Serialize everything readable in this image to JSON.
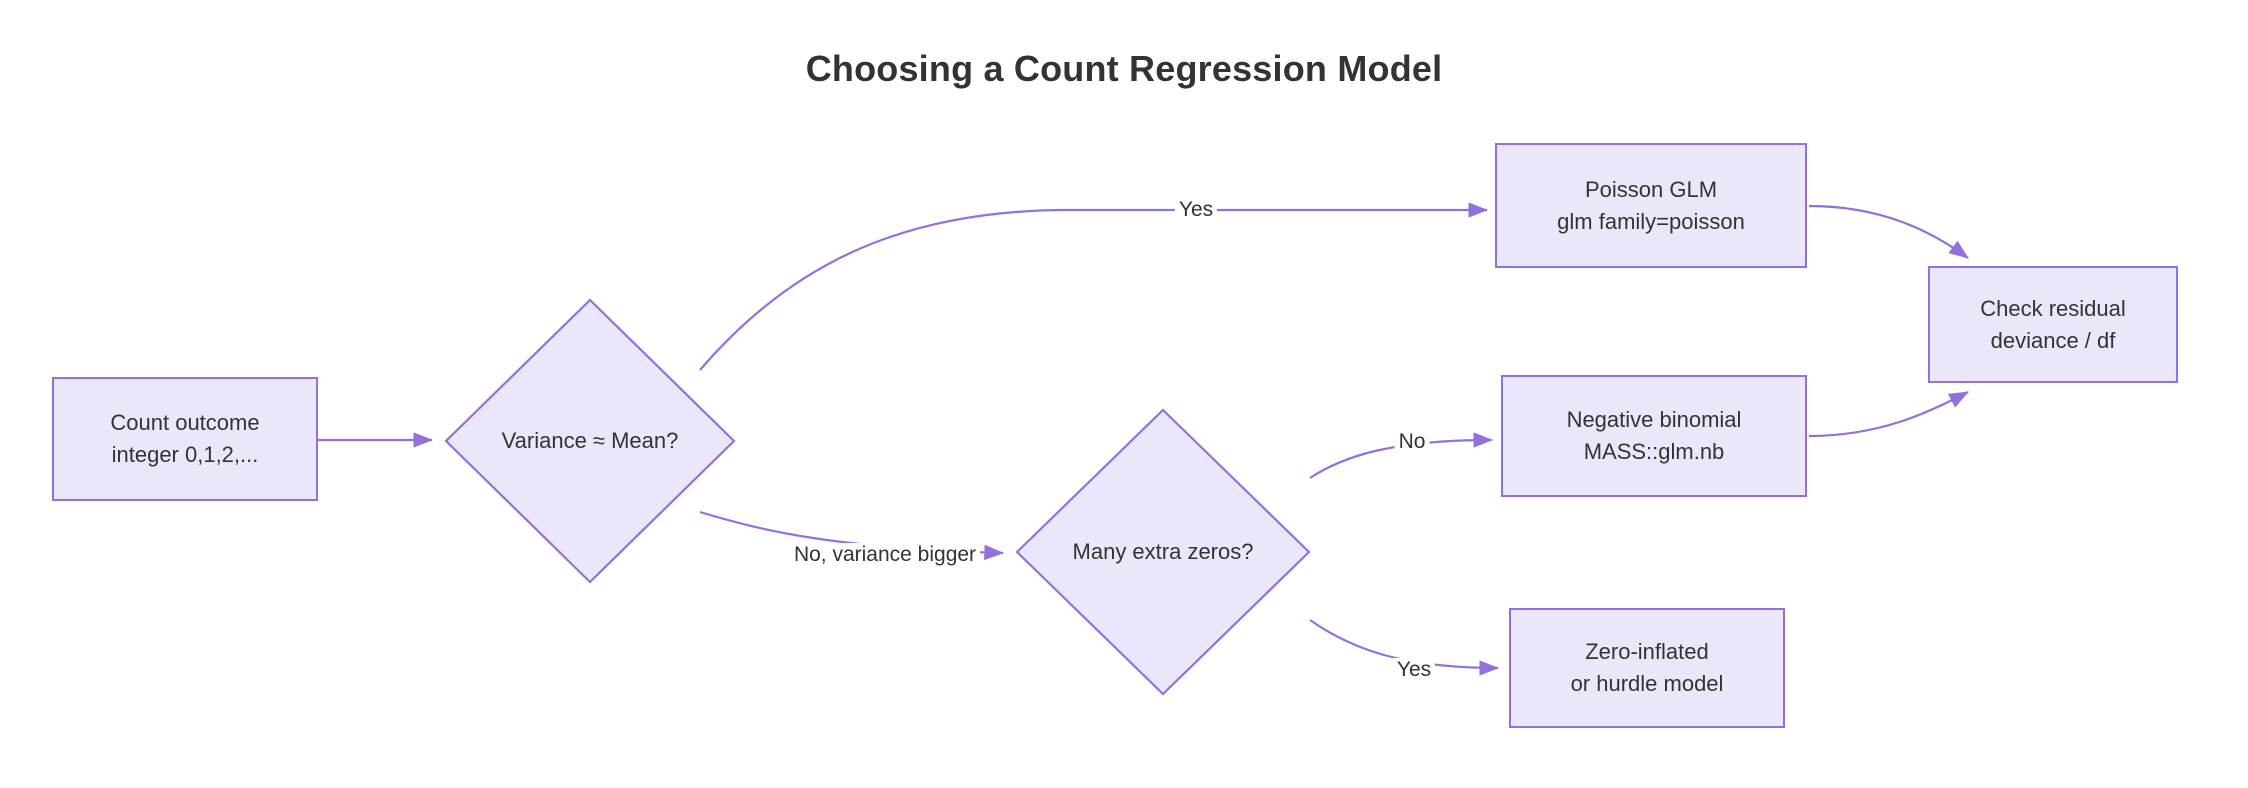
{
  "diagram": {
    "title": "Choosing a Count Regression Model",
    "colors": {
      "node_fill": "#eae7fb",
      "node_border": "#9370db",
      "edge_stroke": "#9370db",
      "text": "#333333",
      "background": "#ffffff"
    },
    "nodes": [
      {
        "id": "start",
        "shape": "rect",
        "lines": [
          "Count outcome",
          "integer 0,1,2,..."
        ]
      },
      {
        "id": "variance-check",
        "shape": "diamond",
        "lines": [
          "Variance ≈ Mean?"
        ]
      },
      {
        "id": "poisson",
        "shape": "rect",
        "lines": [
          "Poisson GLM",
          "glm family=poisson"
        ]
      },
      {
        "id": "zeros-check",
        "shape": "diamond",
        "lines": [
          "Many extra zeros?"
        ]
      },
      {
        "id": "negbin",
        "shape": "rect",
        "lines": [
          "Negative binomial",
          "MASS::glm.nb"
        ]
      },
      {
        "id": "zeroinflated",
        "shape": "rect",
        "lines": [
          "Zero-inflated",
          "or hurdle model"
        ]
      },
      {
        "id": "residual",
        "shape": "rect",
        "lines": [
          "Check residual",
          "deviance / df"
        ]
      }
    ],
    "edges": [
      {
        "id": "e1",
        "from": "start",
        "to": "variance-check",
        "label": ""
      },
      {
        "id": "e2",
        "from": "variance-check",
        "to": "poisson",
        "label": "Yes"
      },
      {
        "id": "e3",
        "from": "variance-check",
        "to": "zeros-check",
        "label": "No, variance bigger"
      },
      {
        "id": "e4",
        "from": "zeros-check",
        "to": "negbin",
        "label": "No"
      },
      {
        "id": "e5",
        "from": "zeros-check",
        "to": "zeroinflated",
        "label": "Yes"
      },
      {
        "id": "e6",
        "from": "poisson",
        "to": "residual",
        "label": ""
      },
      {
        "id": "e7",
        "from": "negbin",
        "to": "residual",
        "label": ""
      }
    ]
  }
}
